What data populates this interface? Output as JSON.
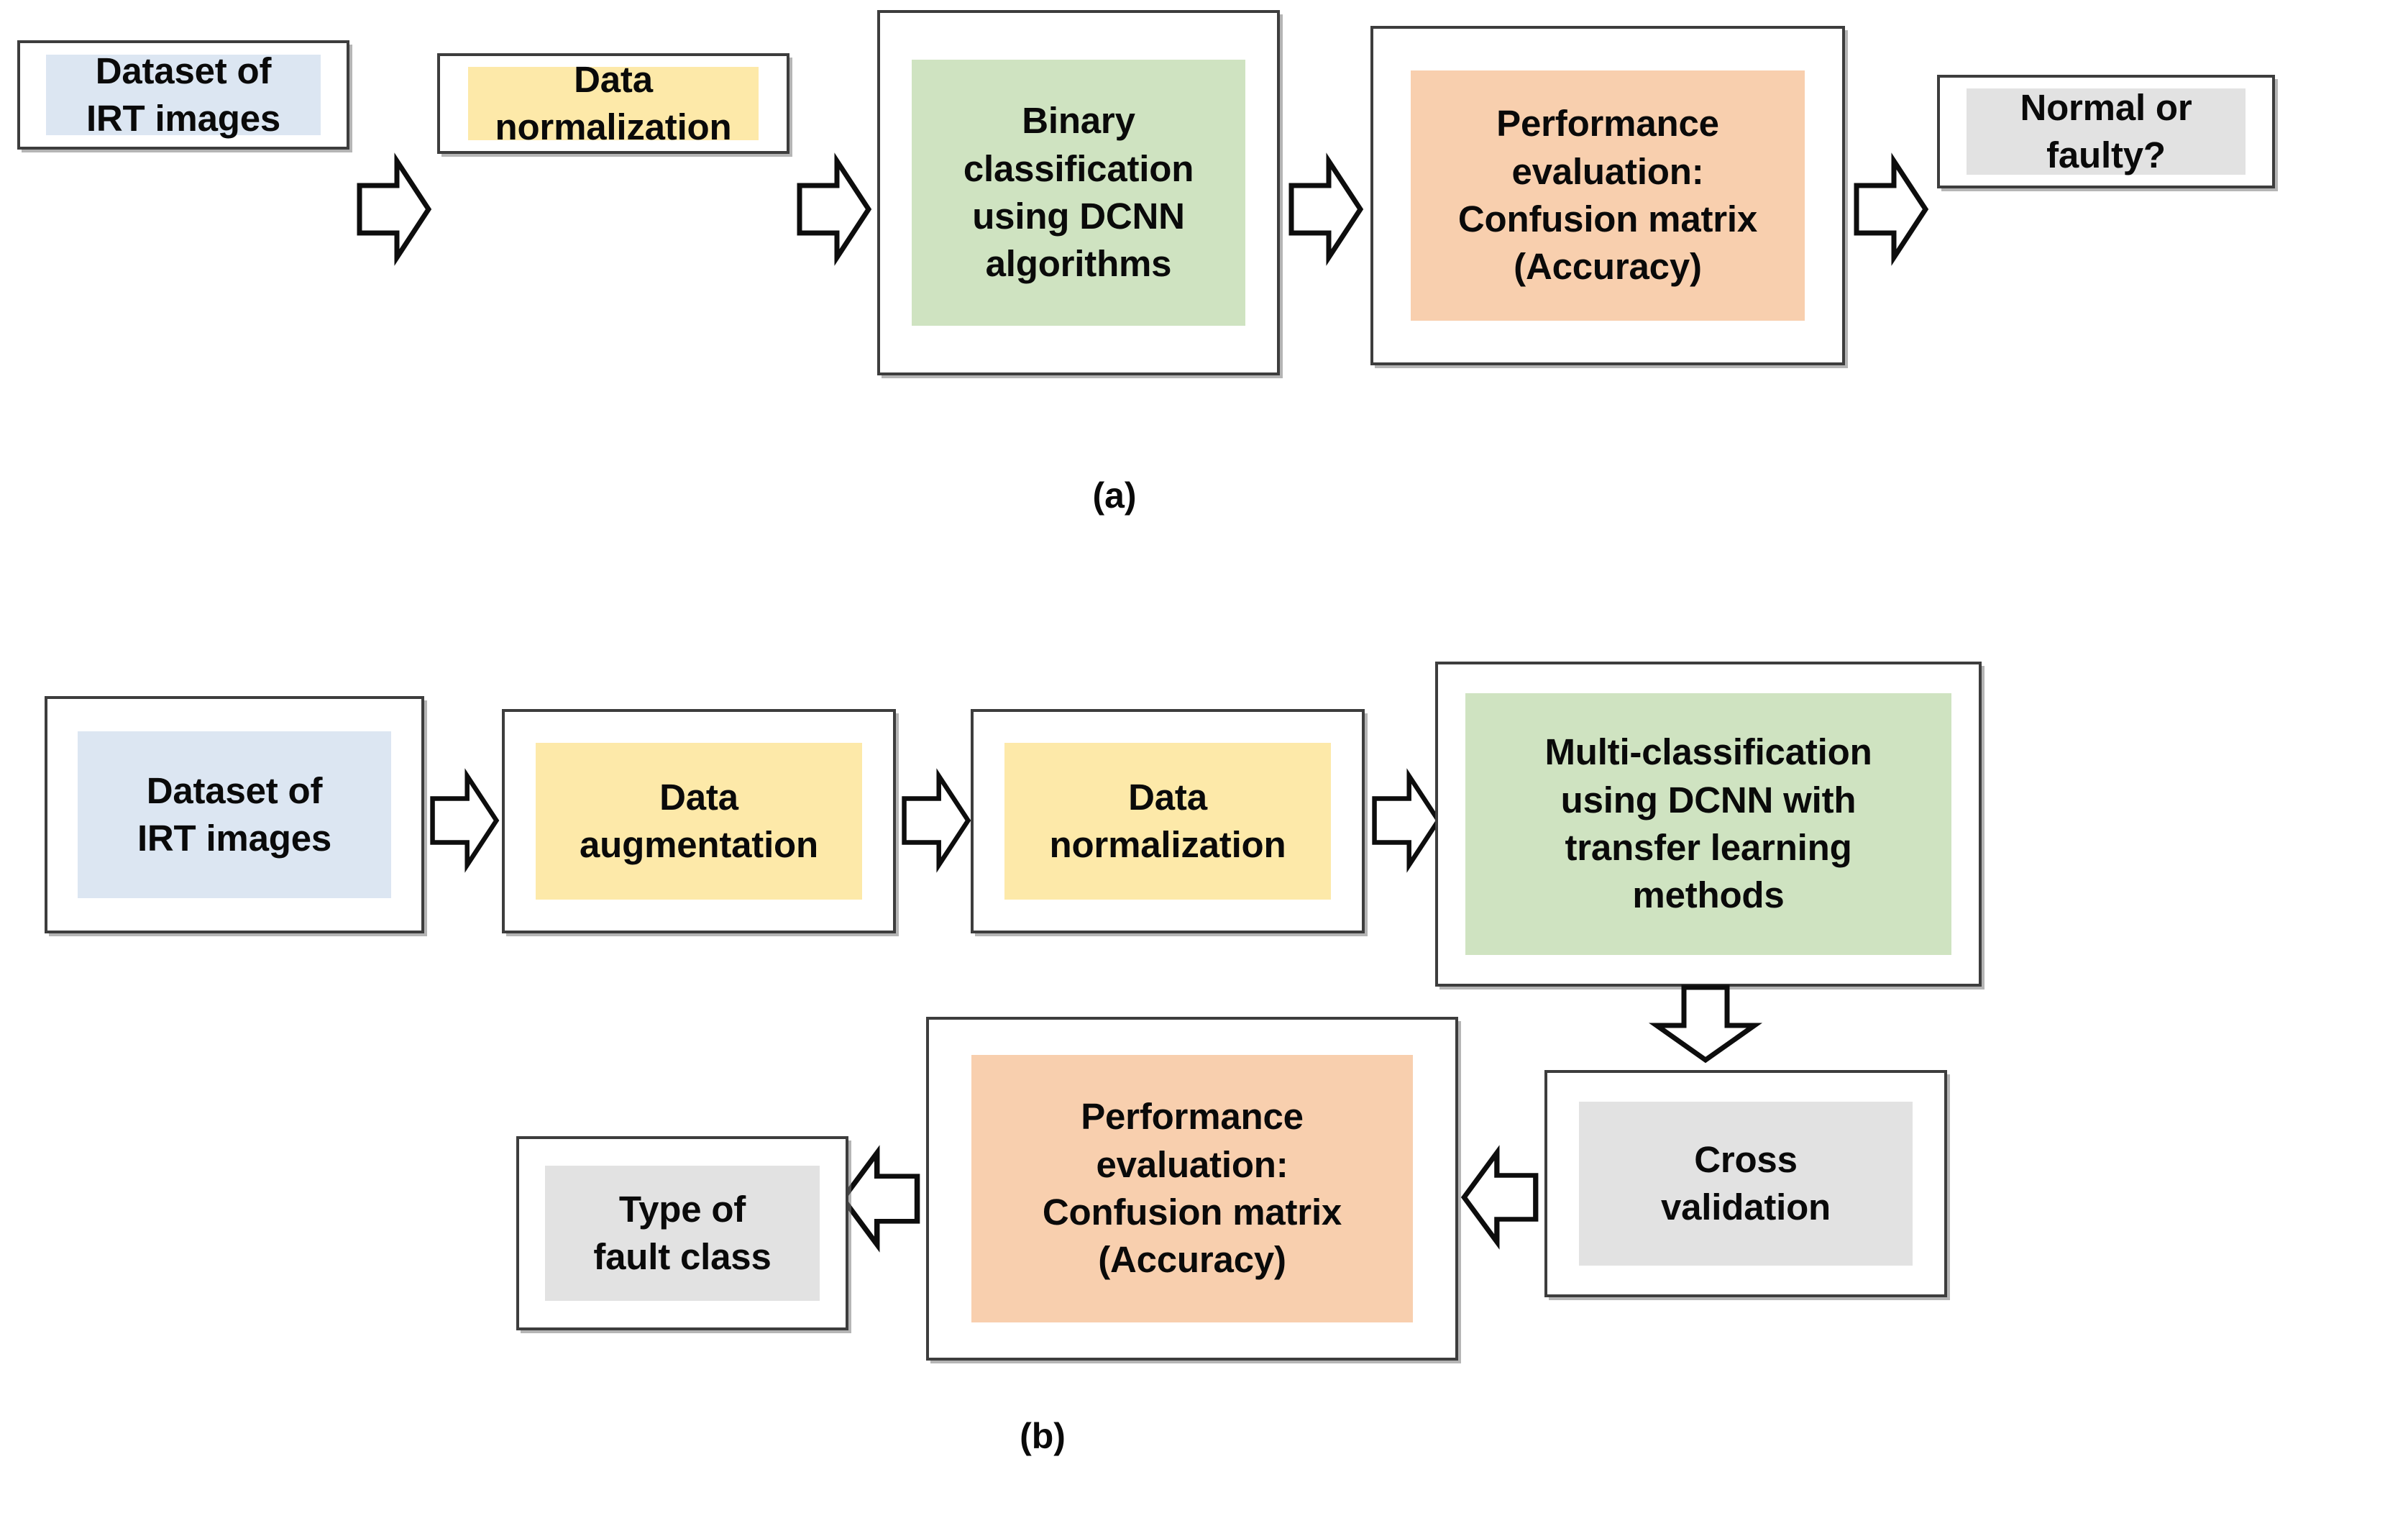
{
  "figure": {
    "panels": [
      {
        "id": "a",
        "caption": "(a)",
        "nodes": [
          {
            "label": "Dataset of\nIRT images",
            "color_name": "light-blue",
            "color": "#dce6f2"
          },
          {
            "label": "Data\nnormalization",
            "color_name": "yellow",
            "color": "#fde9a9"
          },
          {
            "label": "Binary\nclassification\nusing DCNN\nalgorithms",
            "color_name": "green",
            "color": "#cfe3c1"
          },
          {
            "label": "Performance\nevaluation:\nConfusion matrix\n(Accuracy)",
            "color_name": "orange",
            "color": "#f8cfae"
          },
          {
            "label": "Normal or\nfaulty?",
            "color_name": "grey",
            "color": "#e2e2e2"
          }
        ],
        "connectors": [
          "right-arrow",
          "right-arrow",
          "right-arrow",
          "right-arrow"
        ]
      },
      {
        "id": "b",
        "caption": "(b)",
        "nodes": [
          {
            "label": "Dataset of\nIRT images",
            "color_name": "light-blue",
            "color": "#dce6f2"
          },
          {
            "label": "Data\naugmentation",
            "color_name": "yellow",
            "color": "#fde9a9"
          },
          {
            "label": "Data\nnormalization",
            "color_name": "yellow",
            "color": "#fde9a9"
          },
          {
            "label": "Multi-classification\nusing DCNN with\ntransfer learning\nmethods",
            "color_name": "green",
            "color": "#cfe3c1"
          },
          {
            "label": "Cross\nvalidation",
            "color_name": "grey",
            "color": "#e2e2e2"
          },
          {
            "label": "Performance\nevaluation:\nConfusion matrix\n(Accuracy)",
            "color_name": "orange",
            "color": "#f8cfae"
          },
          {
            "label": "Type of\nfault class",
            "color_name": "grey",
            "color": "#e2e2e2"
          }
        ],
        "connectors": [
          "right-arrow",
          "right-arrow",
          "right-arrow",
          "down-arrow",
          "left-arrow",
          "left-arrow"
        ]
      }
    ]
  }
}
